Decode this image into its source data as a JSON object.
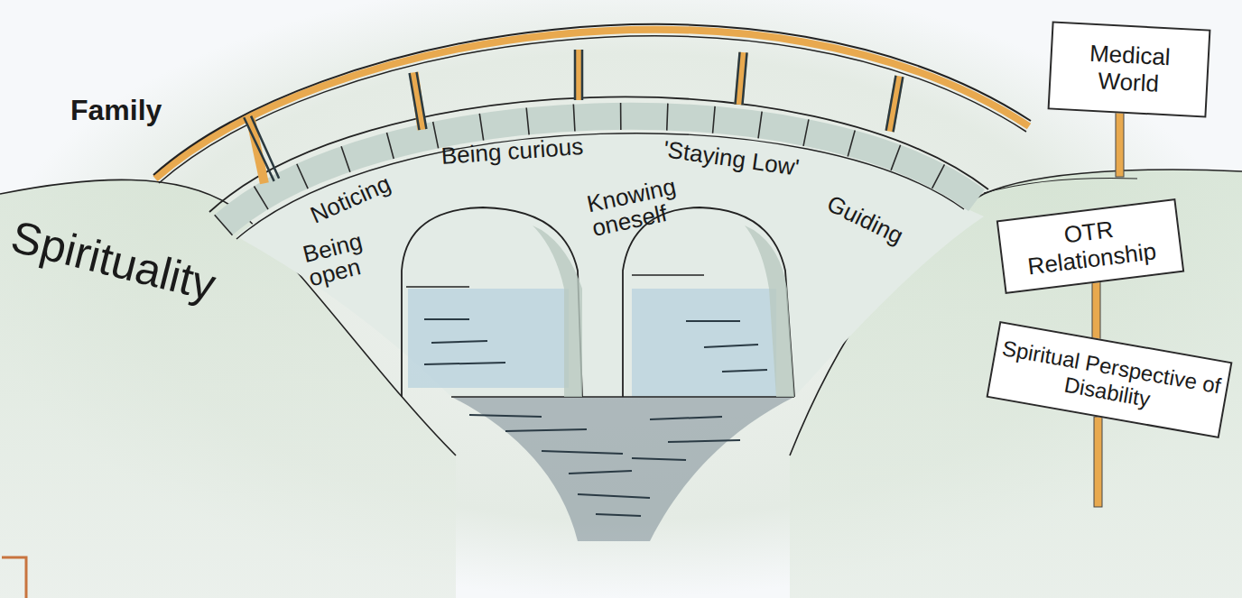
{
  "diagram": {
    "nodes": [
      {
        "text": [
          "Medical World"
        ]
      },
      {
        "text": [
          "OTR Relationship"
        ]
      },
      {
        "text": [
          "Spiritual Perspective of Disability"
        ]
      }
    ],
    "labels": [
      "Family",
      "Spirituality",
      "Noticing",
      "Being curious",
      "'Staying Low'",
      "Being open",
      "Knowing oneself",
      "Guiding"
    ]
  }
}
